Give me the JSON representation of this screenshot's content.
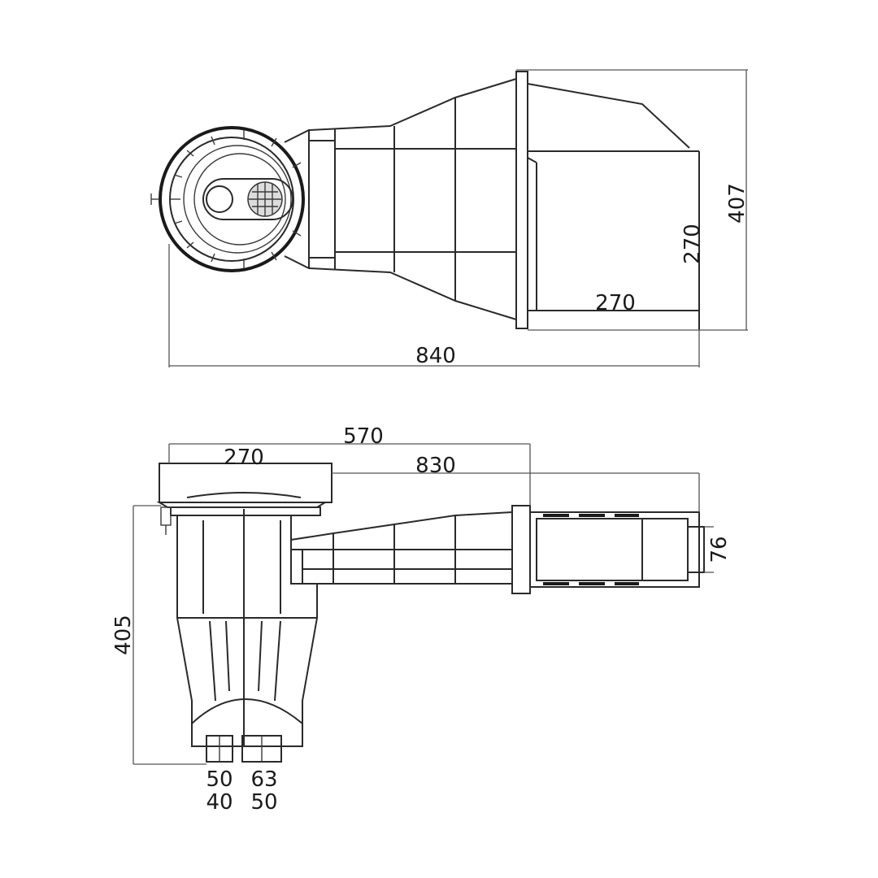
{
  "top_view": {
    "width_overall": "840",
    "height_overall": "407",
    "inner_height": "270",
    "inner_width": "270"
  },
  "side_view": {
    "lid_width": "270",
    "top_length": "570",
    "overall_length": "830",
    "height": "405",
    "inlet_height": "76",
    "outlet_left_top": "50",
    "outlet_left_bottom": "40",
    "outlet_right_top": "63",
    "outlet_right_bottom": "50"
  }
}
